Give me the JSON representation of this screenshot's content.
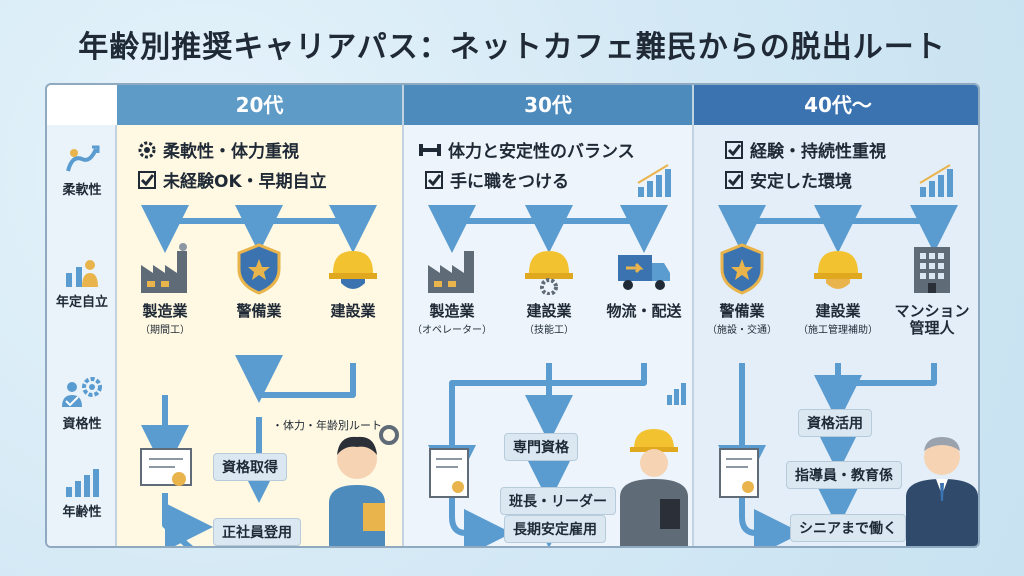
{
  "title": "年齢別推奨キャリアパス：ネットカフェ難民からの脱出ルート",
  "colors": {
    "head20": "#5e9bc6",
    "head30": "#4d8bbd",
    "head40": "#3a73b0",
    "arrow": "#5a9bd0",
    "bg20": "#fff8e2",
    "bg30": "#edf4fb",
    "bg40": "#e4eef8"
  },
  "sidebar": [
    {
      "label": "柔軟性",
      "icon": "flex-icon"
    },
    {
      "label": "年定自立",
      "icon": "people-icon"
    },
    {
      "label": "資格性",
      "icon": "gear-person-icon"
    },
    {
      "label": "年齢性",
      "icon": "bar-chart-icon"
    }
  ],
  "columns": [
    {
      "header": "20代",
      "features": [
        "柔軟性・体力重視",
        "未経験OK・早期自立"
      ],
      "jobs": [
        {
          "name": "製造業",
          "sub": "（期間工）",
          "icon": "factory-icon"
        },
        {
          "name": "警備業",
          "sub": "",
          "icon": "shield-icon"
        },
        {
          "name": "建設業",
          "sub": "",
          "icon": "hardhat-icon"
        }
      ],
      "note": "・体力・年齢別ルート",
      "steps": [
        "資格取得",
        "正社員登用"
      ]
    },
    {
      "header": "30代",
      "features": [
        "体力と安定性のバランス",
        "手に職をつける"
      ],
      "jobs": [
        {
          "name": "製造業",
          "sub": "（オペレーター）",
          "icon": "factory-icon"
        },
        {
          "name": "建設業",
          "sub": "（技能工）",
          "icon": "hardhat-icon"
        },
        {
          "name": "物流・配送",
          "sub": "",
          "icon": "truck-icon"
        }
      ],
      "steps": [
        "専門資格",
        "班長・リーダー",
        "長期安定雇用"
      ]
    },
    {
      "header": "40代〜",
      "features": [
        "経験・持続性重視",
        "安定した環境"
      ],
      "jobs": [
        {
          "name": "警備業",
          "sub": "（施設・交通）",
          "icon": "shield-icon"
        },
        {
          "name": "建設業",
          "sub": "（施工管理補助）",
          "icon": "hardhat-icon"
        },
        {
          "name": "マンション\n管理人",
          "sub": "",
          "icon": "building-icon"
        }
      ],
      "steps": [
        "資格活用",
        "指導員・教育係",
        "シニアまで働く"
      ]
    }
  ]
}
